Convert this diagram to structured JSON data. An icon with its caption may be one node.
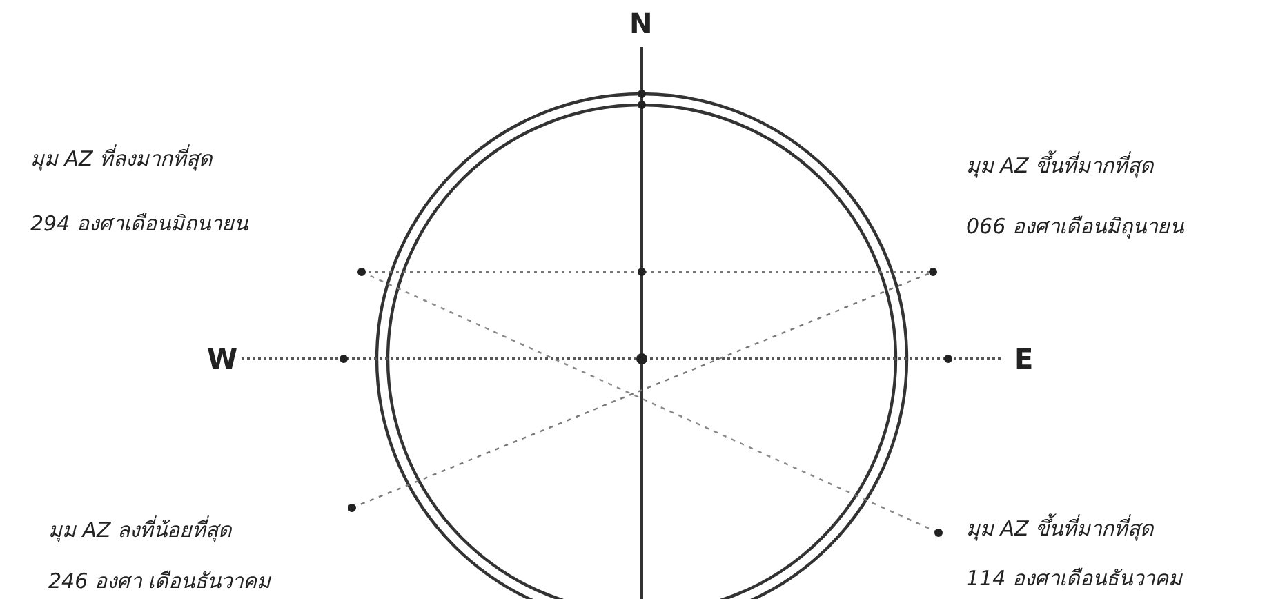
{
  "diagram": {
    "labels": [
      "N",
      "มุม AZ ที่ลงมากที่สุด",
      "294 องศาเดือนมิถนายน",
      "มุม AZ ขึ้นที่มากที่สุด",
      "066 องศาเดือนมิถุนายน",
      "W",
      "E",
      "มุม AZ ลงที่น้อยที่สุด",
      "246 องศา เดือนธันวาคม",
      "มุม AZ ขึ้นที่มากที่สุด",
      "114 องศาเดือนธันวาคม"
    ]
  }
}
